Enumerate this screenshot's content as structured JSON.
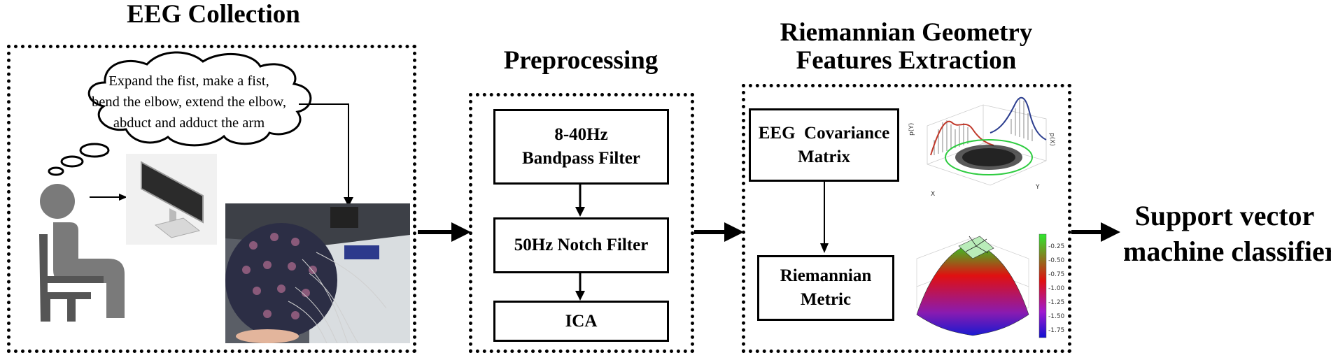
{
  "sections": {
    "eeg_collection": {
      "title": "EEG Collection",
      "thought_lines": [
        "Expand the fist, make a fist,",
        "bend the elbow, extend the elbow,",
        "abduct and adduct the arm"
      ]
    },
    "preprocessing": {
      "title": "Preprocessing",
      "steps": [
        {
          "lines": [
            "8-40Hz",
            "Bandpass Filter"
          ]
        },
        {
          "lines": [
            "50Hz Notch Filter"
          ]
        },
        {
          "lines": [
            "ICA"
          ]
        }
      ]
    },
    "feature_extraction": {
      "title_lines": [
        "Riemannian Geometry",
        "Features Extraction"
      ],
      "steps": [
        {
          "lines": [
            "EEG  Covariance",
            "Matrix"
          ]
        },
        {
          "lines": [
            "Riemannian",
            "Metric"
          ]
        }
      ],
      "plot1_axis_labels": {
        "py": "p(Y)",
        "px": "p(X)",
        "x": "X",
        "y": "Y"
      },
      "plot2_colorbar_ticks": [
        "-0.25",
        "-0.50",
        "-0.75",
        "-1.00",
        "-1.25",
        "-1.50",
        "-1.75"
      ]
    },
    "classifier": {
      "title_lines": [
        "Support vector",
        "machine classifier"
      ]
    }
  },
  "colors": {
    "ink": "#000000",
    "person": "#7a7a7a",
    "monitor": "#2b2b2b",
    "density_red": "#c0392b",
    "density_blue": "#2c3e8f",
    "ellipse_green": "#2ecc40"
  },
  "icons": [
    "thinking-person-icon",
    "monitor-icon",
    "eeg-cap-photo"
  ]
}
